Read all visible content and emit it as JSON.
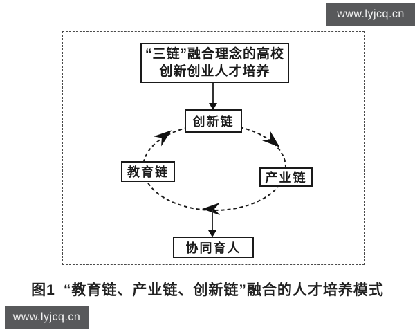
{
  "watermark_top": {
    "text": "www.lyjcq.cn"
  },
  "watermark_bottom": {
    "text": "www.lyjcq.cn"
  },
  "watermark_style": {
    "bg_color": "#58595b",
    "text_color": "#f4f4f4"
  },
  "figure": {
    "title_box": {
      "line1": "“三链”融合理念的高校",
      "line2": "创新创业人才培养"
    },
    "nodes": {
      "innovation": {
        "label": "创新链"
      },
      "education": {
        "label": "教育链"
      },
      "industry": {
        "label": "产业链"
      },
      "outcome": {
        "label": "协同育人"
      }
    },
    "cycle_direction": "clockwise",
    "line_color": "#1a1a1a",
    "background": "#ffffff"
  },
  "caption": {
    "label": "图1",
    "text": "“教育链、产业链、创新链”融合的人才培养模式"
  }
}
